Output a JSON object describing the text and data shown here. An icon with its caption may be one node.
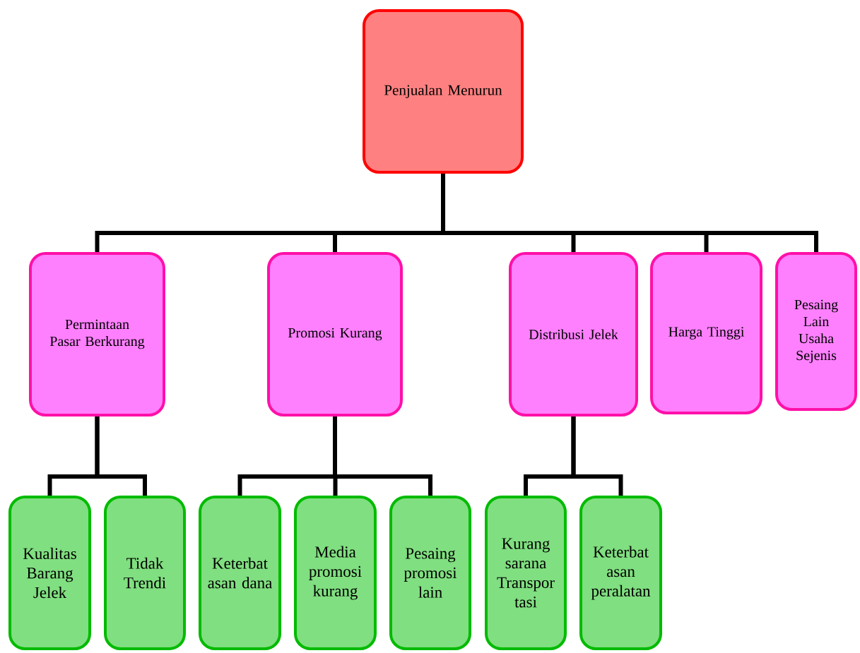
{
  "diagram": {
    "nodes": [
      {
        "text": [
          "Penjualan Menurun"
        ]
      },
      {
        "text": [
          "Permintaan Pasar Berkurang"
        ]
      },
      {
        "text": [
          "Promosi Kurang"
        ]
      },
      {
        "text": [
          "Distribusi Jelek"
        ]
      },
      {
        "text": [
          "Harga Tinggi"
        ]
      },
      {
        "text": [
          "Pesaing Lain Usaha Sejenis"
        ]
      },
      {
        "text": [
          "Kualitas Barang Jelek"
        ]
      },
      {
        "text": [
          "Tidak Trendi"
        ]
      },
      {
        "text": [
          "Keterbat asan dana"
        ]
      },
      {
        "text": [
          "Media promosi kurang"
        ]
      },
      {
        "text": [
          "Pesaing promosi lain"
        ]
      },
      {
        "text": [
          "Kurang sarana Transpor tasi"
        ]
      },
      {
        "text": [
          "Keterbat asan peralatan"
        ]
      }
    ],
    "edges": [
      {
        "from": 0,
        "to": 1,
        "arrow": "none"
      },
      {
        "from": 0,
        "to": 2,
        "arrow": "none"
      },
      {
        "from": 0,
        "to": 3,
        "arrow": "none"
      },
      {
        "from": 0,
        "to": 4,
        "arrow": "none"
      },
      {
        "from": 0,
        "to": 5,
        "arrow": "none"
      },
      {
        "from": 1,
        "to": 6,
        "arrow": "none"
      },
      {
        "from": 1,
        "to": 7,
        "arrow": "none"
      },
      {
        "from": 2,
        "to": 8,
        "arrow": "none"
      },
      {
        "from": 2,
        "to": 9,
        "arrow": "none"
      },
      {
        "from": 2,
        "to": 10,
        "arrow": "none"
      },
      {
        "from": 3,
        "to": 11,
        "arrow": "none"
      },
      {
        "from": 3,
        "to": 12,
        "arrow": "none"
      }
    ]
  }
}
